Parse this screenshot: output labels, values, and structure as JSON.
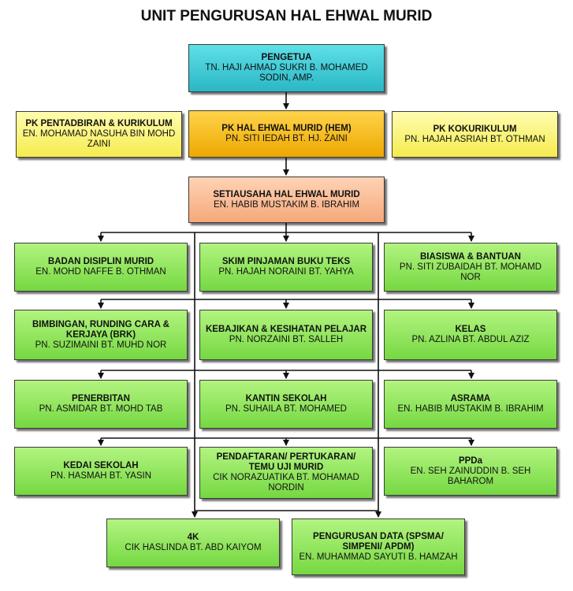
{
  "title": "UNIT PENGURUSAN HAL EHWAL MURID",
  "boxes": {
    "pengetua": {
      "title": "PENGETUA",
      "name": "TN. HAJI AHMAD SUKRI B. MOHAMED SODIN, AMP."
    },
    "pk_pentadbiran": {
      "title": "PK PENTADBIRAN & KURIKULUM",
      "name": "EN. MOHAMAD NASUHA BIN MOHD ZAINI"
    },
    "pk_hem": {
      "title": "PK HAL EHWAL MURID (HEM)",
      "name": "PN. SITI IEDAH BT. HJ. ZAINI"
    },
    "pk_kokurikulum": {
      "title": "PK KOKURIKULUM",
      "name": "PN. HAJAH ASRIAH BT. OTHMAN"
    },
    "setiausaha": {
      "title": "SETIAUSAHA HAL EHWAL MURID",
      "name": "EN. HABIB MUSTAKIM B. IBRAHIM"
    },
    "badan_disiplin": {
      "title": "BADAN DISIPLIN MURID",
      "name": "EN. MOHD NAFFE B. OTHMAN"
    },
    "skim_pinjaman": {
      "title": "SKIM PINJAMAN BUKU TEKS",
      "name": "PN. HAJAH NORAINI BT. YAHYA"
    },
    "biasiswa": {
      "title": "BIASISWA & BANTUAN",
      "name": "PN. SITI ZUBAIDAH BT. MOHAMD NOR"
    },
    "bimbingan": {
      "title": "BIMBINGAN, RUNDING CARA & KERJAYA (BRK)",
      "name": "PN. SUZIMAINI BT. MUHD NOR"
    },
    "kebajikan": {
      "title": "KEBAJIKAN & KESIHATAN PELAJAR",
      "name": "PN. NORZAINI BT. SALLEH"
    },
    "kelas": {
      "title": "KELAS",
      "name": "PN. AZLINA BT. ABDUL AZIZ"
    },
    "penerbitan": {
      "title": "PENERBITAN",
      "name": "PN. ASMIDAR BT. MOHD TAB"
    },
    "kantin": {
      "title": "KANTIN SEKOLAH",
      "name": "PN. SUHAILA BT. MOHAMED"
    },
    "asrama": {
      "title": "ASRAMA",
      "name": "EN. HABIB MUSTAKIM B. IBRAHIM"
    },
    "kedai": {
      "title": "KEDAI SEKOLAH",
      "name": "PN. HASMAH BT. YASIN"
    },
    "pendaftaran": {
      "title": "PENDAFTARAN/ PERTUKARAN/ TEMU UJI MURID",
      "name": "CIK NORAZUATIKA BT. MOHAMAD NORDIN"
    },
    "ppda": {
      "title": "PPDa",
      "name": "EN. SEH ZAINUDDIN B. SEH BAHAROM"
    },
    "empat_k": {
      "title": "4K",
      "name": "CIK HASLINDA BT. ABD KAIYOM"
    },
    "pengurusan_data": {
      "title": "PENGURUSAN DATA (SPSMA/ SIMPENI/ APDM)",
      "name": "EN. MUHAMMAD SAYUTI B. HAMZAH"
    }
  },
  "colors": {
    "principal": "#2ab7c5",
    "deputy": "#f5ec4d",
    "hem": "#eda800",
    "secretary": "#f5a87a",
    "unit": "#76d842"
  }
}
